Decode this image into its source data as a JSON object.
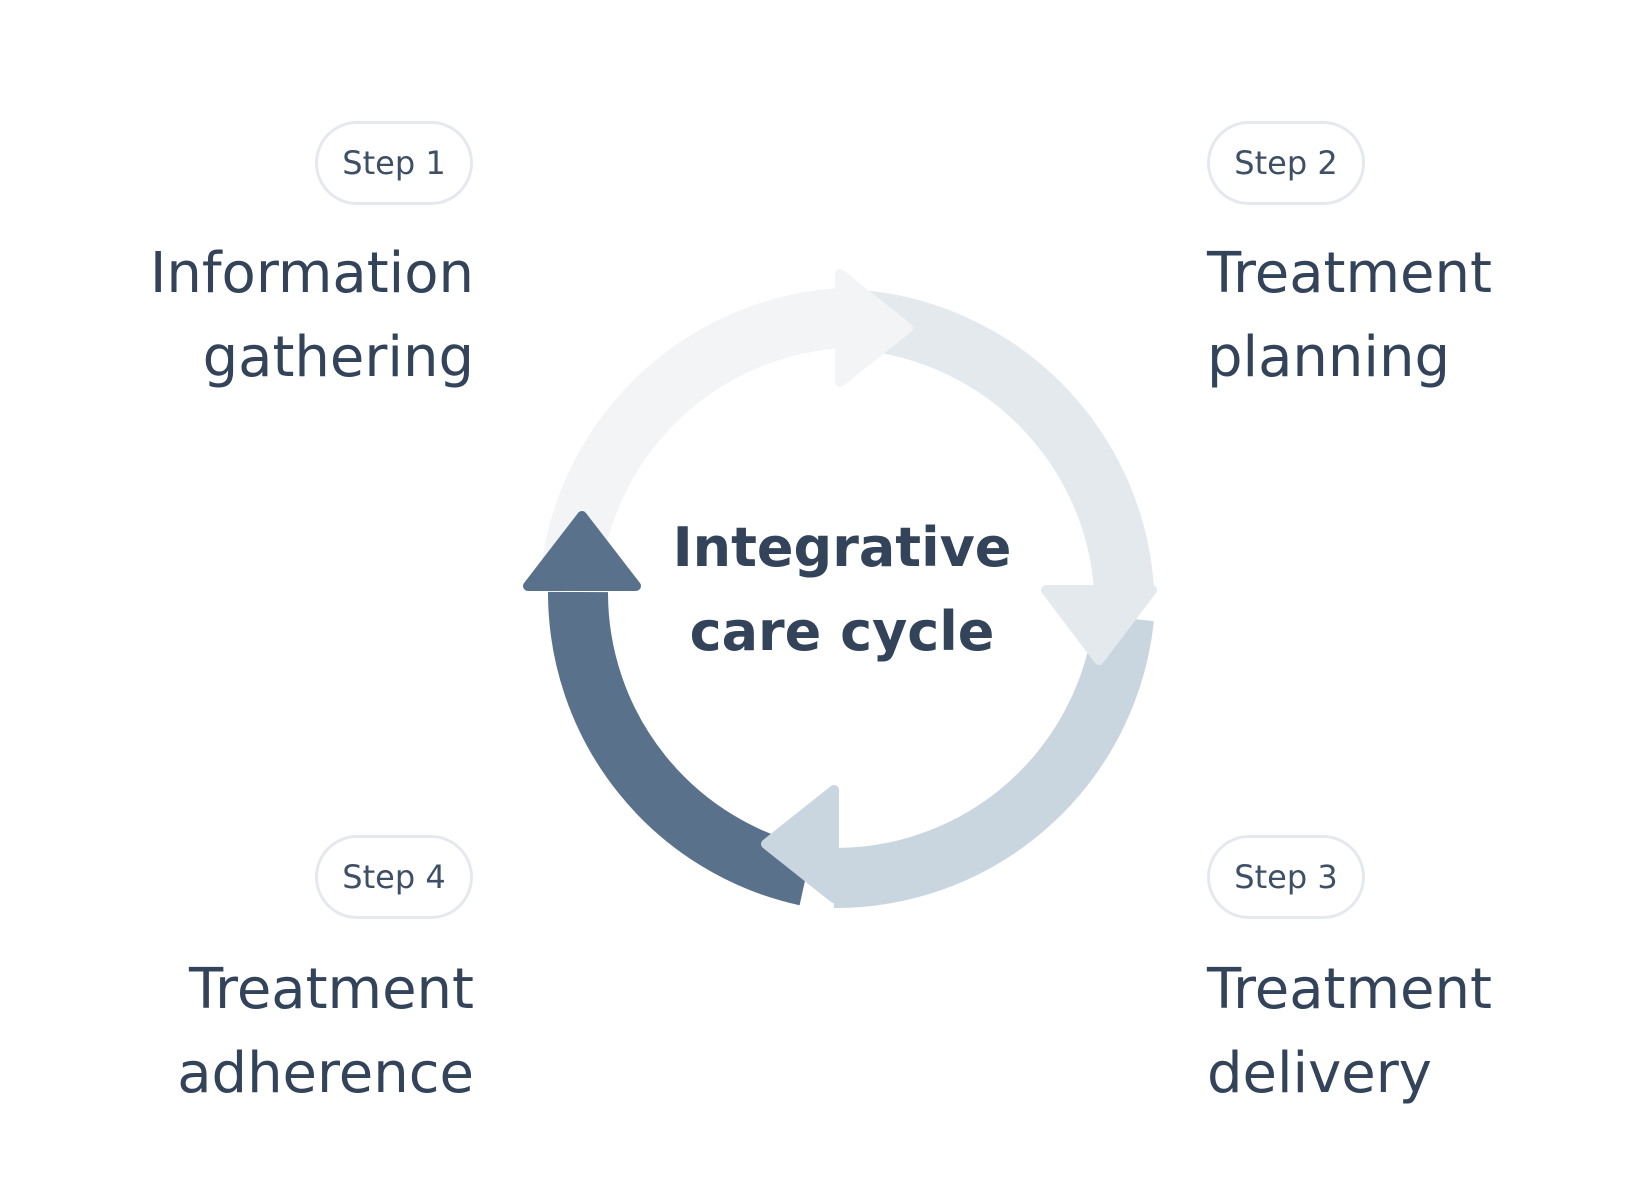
{
  "center": {
    "line1": "Integrative",
    "line2": "care cycle"
  },
  "steps": [
    {
      "badge": "Step 1",
      "line1": "Information",
      "line2": "gathering"
    },
    {
      "badge": "Step 2",
      "line1": "Treatment",
      "line2": "planning"
    },
    {
      "badge": "Step 3",
      "line1": "Treatment",
      "line2": "delivery"
    },
    {
      "badge": "Step 4",
      "line1": "Treatment",
      "line2": "adherence"
    }
  ],
  "colors": {
    "text": "#33435a",
    "pill_border": "#e5e9ee",
    "arc_step1": "#f2f4f6",
    "arc_step2": "#e4e9ee",
    "arc_step3": "#c9d5df",
    "arc_step4": "#5a718b"
  }
}
